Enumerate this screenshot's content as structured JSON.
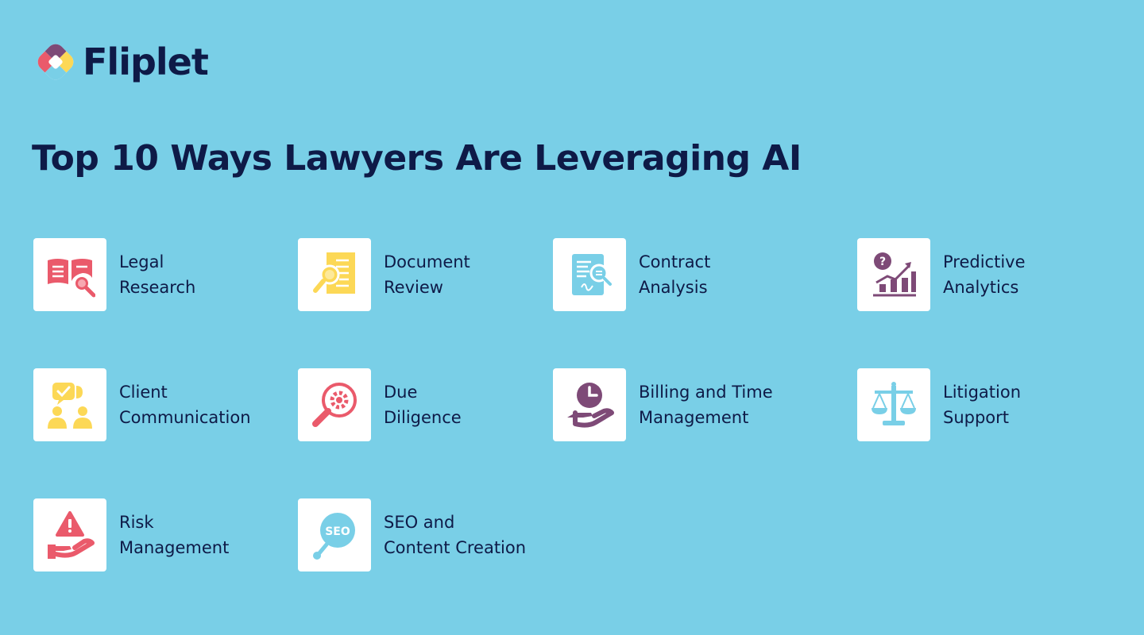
{
  "brand": {
    "name": "Fliplet"
  },
  "title": "Top 10 Ways Lawyers Are Leveraging AI",
  "colors": {
    "background": "#79cfe7",
    "text": "#0e1a47",
    "red": "#ea5a6b",
    "yellow": "#fcd856",
    "blue": "#79cfe7",
    "purple": "#7e4a77"
  },
  "items": [
    {
      "icon": "legal-research-icon",
      "line1": "Legal",
      "line2": "Research"
    },
    {
      "icon": "document-review-icon",
      "line1": "Document",
      "line2": "Review"
    },
    {
      "icon": "contract-analysis-icon",
      "line1": "Contract",
      "line2": "Analysis"
    },
    {
      "icon": "predictive-analytics-icon",
      "line1": "Predictive",
      "line2": "Analytics"
    },
    {
      "icon": "client-communication-icon",
      "line1": "Client",
      "line2": "Communication"
    },
    {
      "icon": "due-diligence-icon",
      "line1": "Due",
      "line2": "Diligence"
    },
    {
      "icon": "billing-time-icon",
      "line1": "Billing and Time",
      "line2": "Management"
    },
    {
      "icon": "litigation-support-icon",
      "line1": "Litigation",
      "line2": "Support"
    },
    {
      "icon": "risk-management-icon",
      "line1": "Risk",
      "line2": "Management"
    },
    {
      "icon": "seo-content-icon",
      "line1": "SEO and",
      "line2": "Content Creation"
    }
  ]
}
